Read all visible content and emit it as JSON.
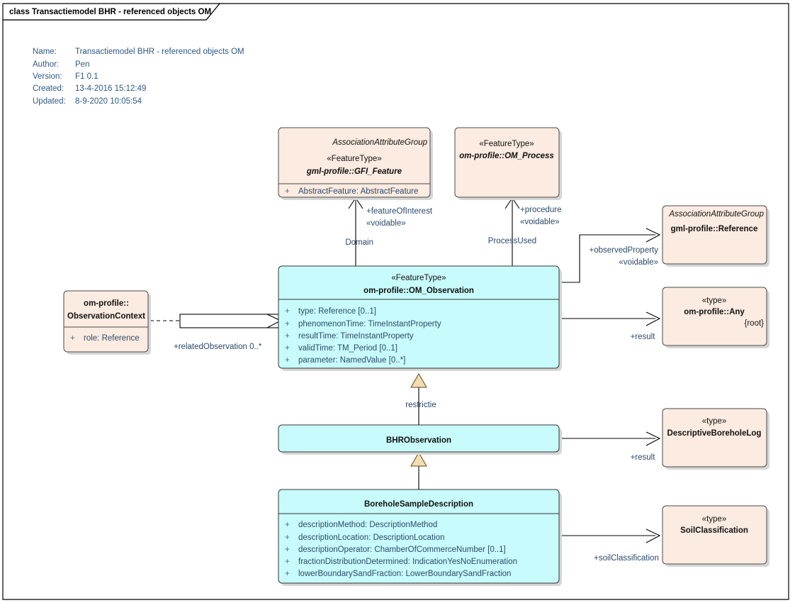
{
  "frame": {
    "title": "class Transactiemodel BHR - referenced objects OM"
  },
  "metadata": {
    "rows": [
      {
        "label": "Name:",
        "value": "Transactiemodel BHR - referenced objects OM"
      },
      {
        "label": "Author:",
        "value": "Pen"
      },
      {
        "label": "Version:",
        "value": "F1 0.1"
      },
      {
        "label": "Created:",
        "value": "13-4-2016 15:12:49"
      },
      {
        "label": "Updated:",
        "value": "8-9-2020 10:05:54"
      }
    ]
  },
  "colors": {
    "beige_fill": "#fbebe0",
    "cyan_fill": "#c8fbfb",
    "generalization_fill": "#f5dcb0",
    "text_blue": "#2b4a6b",
    "meta_blue": "#2e5b86"
  },
  "classes": {
    "gfi_feature": {
      "tag": "AssociationAttributeGroup",
      "stereotype": "«FeatureType»",
      "name": "gml-profile::GFI_Feature",
      "attributes": [
        {
          "visibility": "+",
          "text": "AbstractFeature: AbstractFeature"
        }
      ]
    },
    "om_process": {
      "stereotype": "«FeatureType»",
      "name": "om-profile::OM_Process"
    },
    "reference": {
      "tag": "AssociationAttributeGroup",
      "name": "gml-profile::Reference"
    },
    "om_observation": {
      "stereotype": "«FeatureType»",
      "name": "om-profile::OM_Observation",
      "attributes": [
        {
          "visibility": "+",
          "text": "type: Reference [0..1]"
        },
        {
          "visibility": "+",
          "text": "phenomenonTime: TimeInstantProperty"
        },
        {
          "visibility": "+",
          "text": "resultTime: TimeInstantProperty"
        },
        {
          "visibility": "+",
          "text": "validTime: TM_Period [0..1]"
        },
        {
          "visibility": "+",
          "text": "parameter: NamedValue [0..*]"
        }
      ]
    },
    "observation_context": {
      "name_line1": "om-profile::",
      "name_line2": "ObservationContext",
      "attributes": [
        {
          "visibility": "+",
          "text": "role: Reference"
        }
      ]
    },
    "any": {
      "stereotype": "«type»",
      "name": "om-profile::Any",
      "constraint": "{root}"
    },
    "bhr_observation": {
      "name": "BHRObservation"
    },
    "descriptive_borehole_log": {
      "stereotype": "«type»",
      "name": "DescriptiveBoreholeLog"
    },
    "borehole_sample_description": {
      "name": "BoreholeSampleDescription",
      "attributes": [
        {
          "visibility": "+",
          "text": "descriptionMethod: DescriptionMethod"
        },
        {
          "visibility": "+",
          "text": "descriptionLocation: DescriptionLocation"
        },
        {
          "visibility": "+",
          "text": "descriptionOperator: ChamberOfCommerceNumber [0..1]"
        },
        {
          "visibility": "+",
          "text": "fractionDistributionDetermined: IndicationYesNoEnumeration"
        },
        {
          "visibility": "+",
          "text": "lowerBoundarySandFraction: LowerBoundarySandFraction"
        }
      ]
    },
    "soil_classification": {
      "stereotype": "«type»",
      "name": "SoilClassification"
    }
  },
  "connector_labels": {
    "feature_of_interest_role": "+featureOfInterest",
    "feature_of_interest_stereo": "«voidable»",
    "domain": "Domain",
    "procedure_role": "+procedure",
    "procedure_stereo": "«voidable»",
    "process_used": "ProcessUsed",
    "observed_property_role": "+observedProperty",
    "observed_property_stereo": "«voidable»",
    "result_any": "+result",
    "related_observation": "+relatedObservation 0..*",
    "restrictie": "restrictie",
    "result_log": "+result",
    "soil_classification": "+soilClassification"
  }
}
